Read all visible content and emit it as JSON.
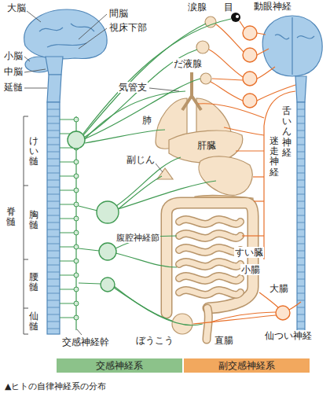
{
  "diagram": {
    "caption": "▲ヒトの自律神経系の分布",
    "labels": [
      "大脳",
      "間脳",
      "視床下部",
      "小脳",
      "中脳",
      "延髄",
      "脊髄",
      "けい髄",
      "胸髄",
      "腰髄",
      "仙髄",
      "交感神経幹",
      "涙腺",
      "目",
      "動眼神経",
      "だ液腺",
      "気管支",
      "肺",
      "副じん",
      "肝臓",
      "腹腔神経節",
      "すい臓",
      "小腸",
      "大腸",
      "舌いん神経",
      "迷走神経",
      "ぼうこう",
      "直腸",
      "仙つい神経"
    ],
    "legend": [
      {
        "text": "交感神経系",
        "color": "#8cc28a"
      },
      {
        "text": "副交感神経系",
        "color": "#f2a85e"
      }
    ]
  }
}
